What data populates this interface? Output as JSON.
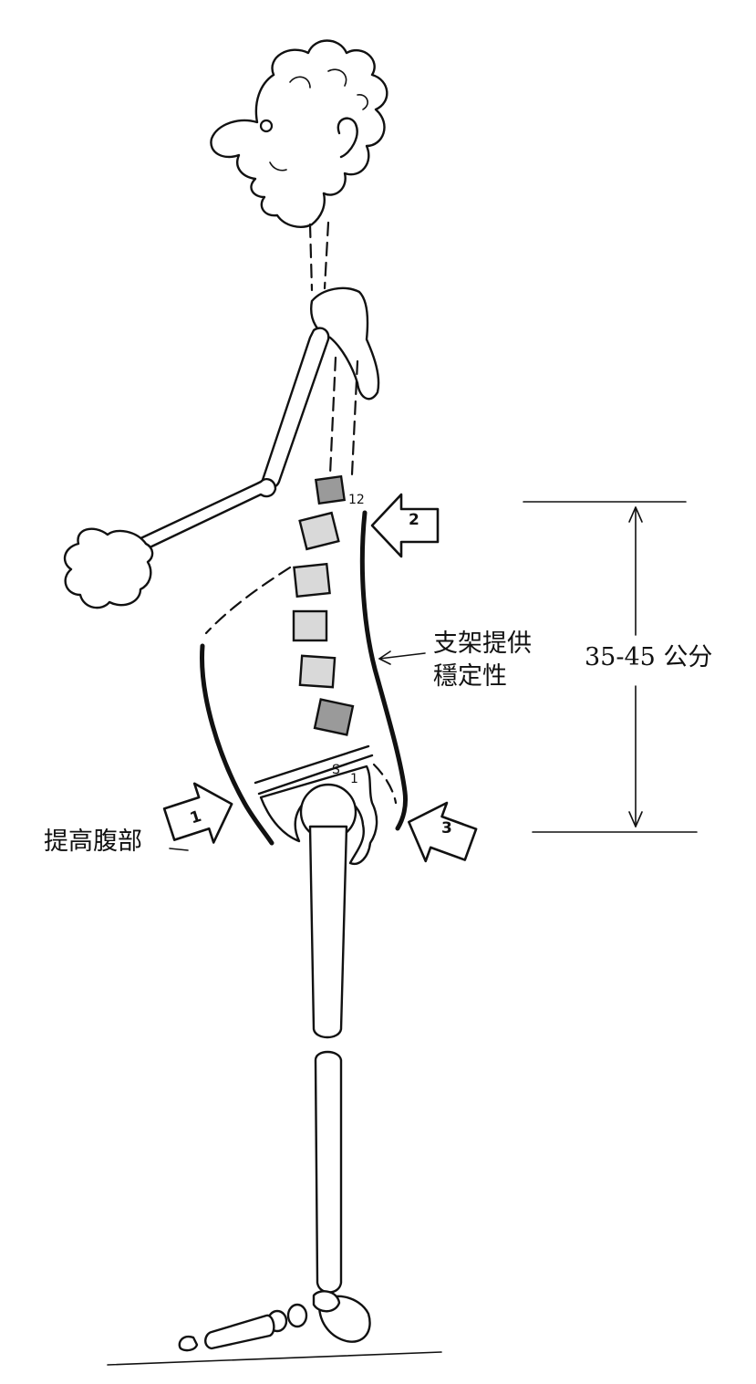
{
  "labels": {
    "support_line1": "支架提供",
    "support_line2": "穩定性",
    "measurement": "35-45 公分",
    "abdomen": "提高腹部"
  },
  "arrows": [
    {
      "number": "1"
    },
    {
      "number": "2"
    },
    {
      "number": "3"
    }
  ],
  "spine_marks": {
    "t12": "12",
    "s1_s": "S",
    "s1_num": "1"
  }
}
